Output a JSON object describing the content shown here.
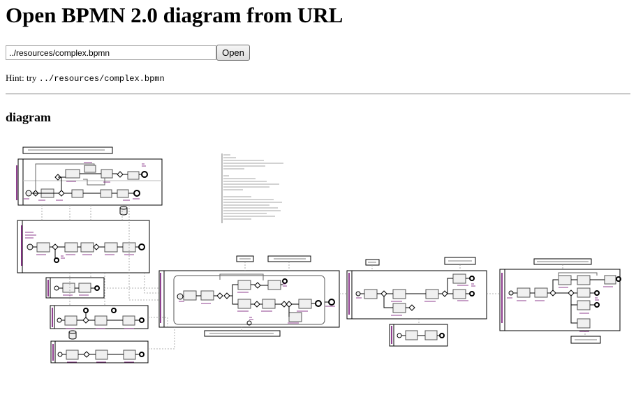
{
  "page": {
    "title": "Open BPMN 2.0 diagram from URL",
    "url_input_value": "../resources/complex.bpmn",
    "open_button_label": "Open",
    "hint_prefix": "Hint: try ",
    "hint_code": "../resources/complex.bpmn",
    "diagram_heading": "diagram"
  },
  "colors": {
    "pool_border": "#000000",
    "task_fill": "#f0f0f0",
    "task_border": "#555555",
    "flow": "#333333",
    "dashed": "#999999",
    "label_text": "#6b006b",
    "rule": "#9a9a9a"
  },
  "icons": {
    "data_store": "data-store-icon",
    "start_event": "start-event-icon",
    "end_event": "end-event-icon",
    "gateway": "gateway-icon"
  }
}
